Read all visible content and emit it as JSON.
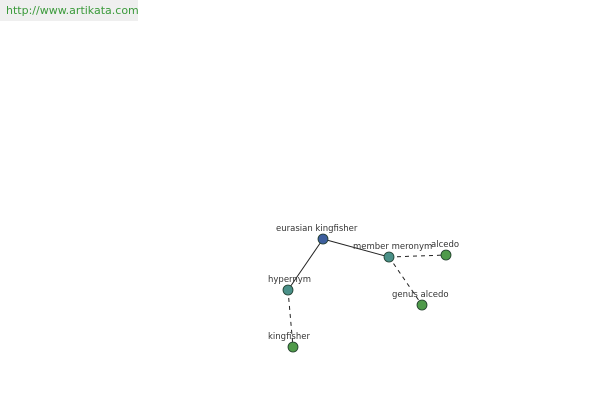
{
  "site_url": "http://www.artikata.com",
  "colors": {
    "root_node": "#3e5f9e",
    "relation_node": "#4a9088",
    "leaf_node": "#4f9a4a",
    "edge": "#222222",
    "url_text": "#3b9a3b",
    "url_bg": "#efefef"
  },
  "graph": {
    "nodes": [
      {
        "id": "eurasian-kingfisher",
        "label": "eurasian kingfisher",
        "kind": "root"
      },
      {
        "id": "member-meronym",
        "label": "member meronym",
        "kind": "relation"
      },
      {
        "id": "hypernym",
        "label": "hypernym",
        "kind": "relation"
      },
      {
        "id": "alcedo",
        "label": "alcedo",
        "kind": "leaf"
      },
      {
        "id": "genus-alcedo",
        "label": "genus alcedo",
        "kind": "leaf"
      },
      {
        "id": "kingfisher",
        "label": "kingfisher",
        "kind": "leaf"
      }
    ],
    "edges": [
      {
        "from": "eurasian-kingfisher",
        "to": "member-meronym",
        "style": "solid"
      },
      {
        "from": "eurasian-kingfisher",
        "to": "hypernym",
        "style": "solid"
      },
      {
        "from": "member-meronym",
        "to": "alcedo",
        "style": "dashed"
      },
      {
        "from": "member-meronym",
        "to": "genus-alcedo",
        "style": "dashed"
      },
      {
        "from": "hypernym",
        "to": "kingfisher",
        "style": "dashed"
      }
    ]
  }
}
